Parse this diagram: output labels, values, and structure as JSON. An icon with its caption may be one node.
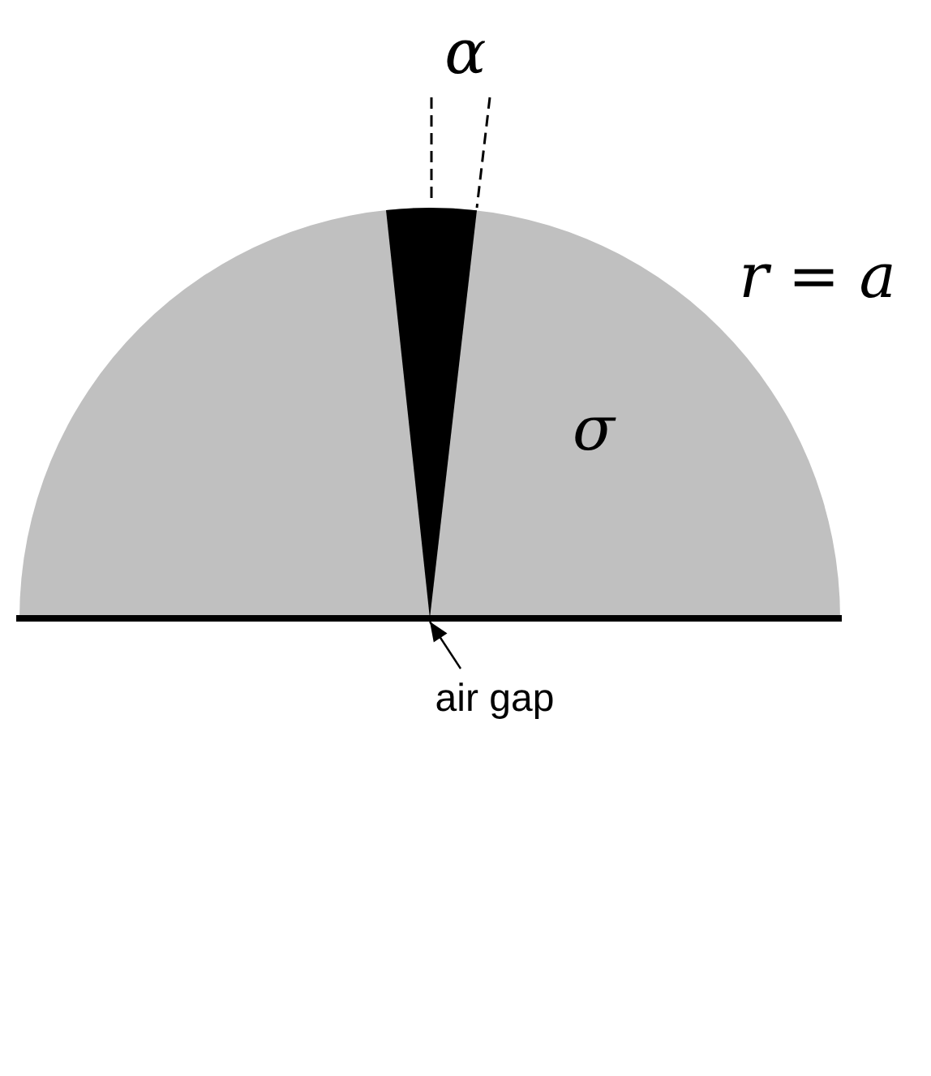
{
  "diagram": {
    "nodes": [
      {
        "text": [
          "air gap"
        ]
      },
      {
        "text": [],
        "shape": "wedge"
      }
    ],
    "edges": [
      {
        "from": 0,
        "to": 1,
        "arrow": "to"
      }
    ],
    "labels": [
      "α",
      "r = a",
      "σ"
    ]
  }
}
